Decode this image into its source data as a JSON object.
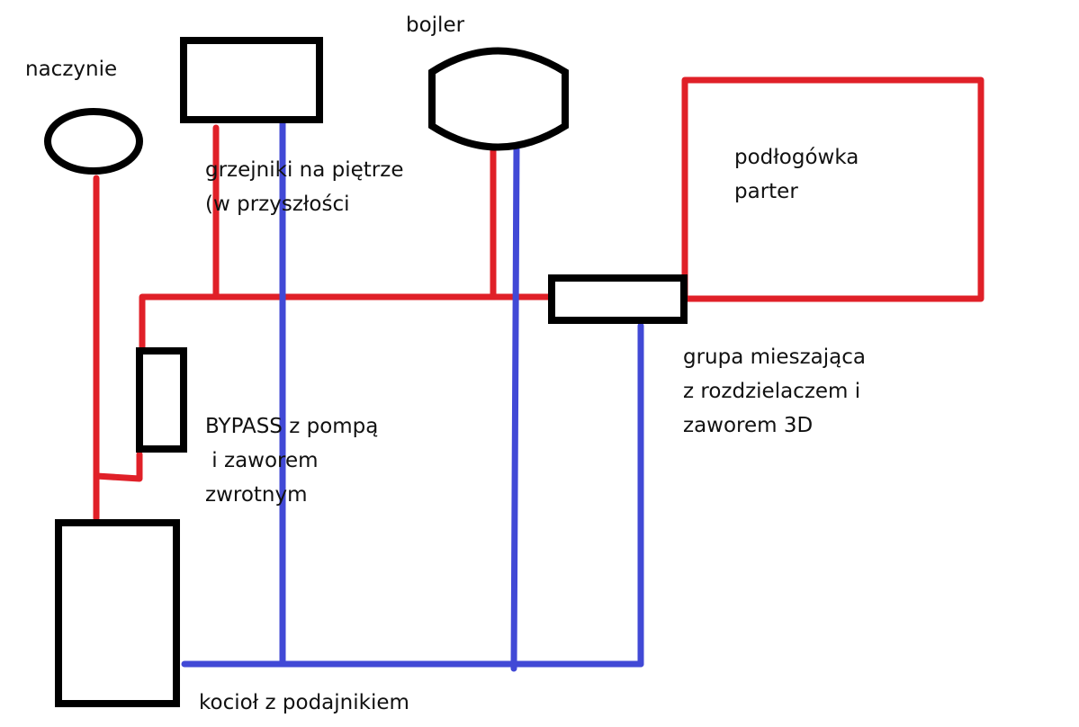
{
  "labels": {
    "naczynie": "naczynie",
    "bojler": "bojler",
    "grzejniki_line1": "grzejniki na piętrze",
    "grzejniki_line2": "(w przyszłości",
    "podlogowka_line1": "podłogówka",
    "podlogowka_line2": "parter",
    "grupa_line1": "grupa mieszająca",
    "grupa_line2": "z rozdzielaczem i",
    "grupa_line3": "zaworem 3D",
    "bypass_line1": "BYPASS z pompą",
    "bypass_line2": " i zaworem",
    "bypass_line3": "zwrotnym",
    "kociol": "kocioł z podajnikiem"
  },
  "colors": {
    "supply": "#e02028",
    "return": "#4149d6",
    "outline": "#000000"
  }
}
